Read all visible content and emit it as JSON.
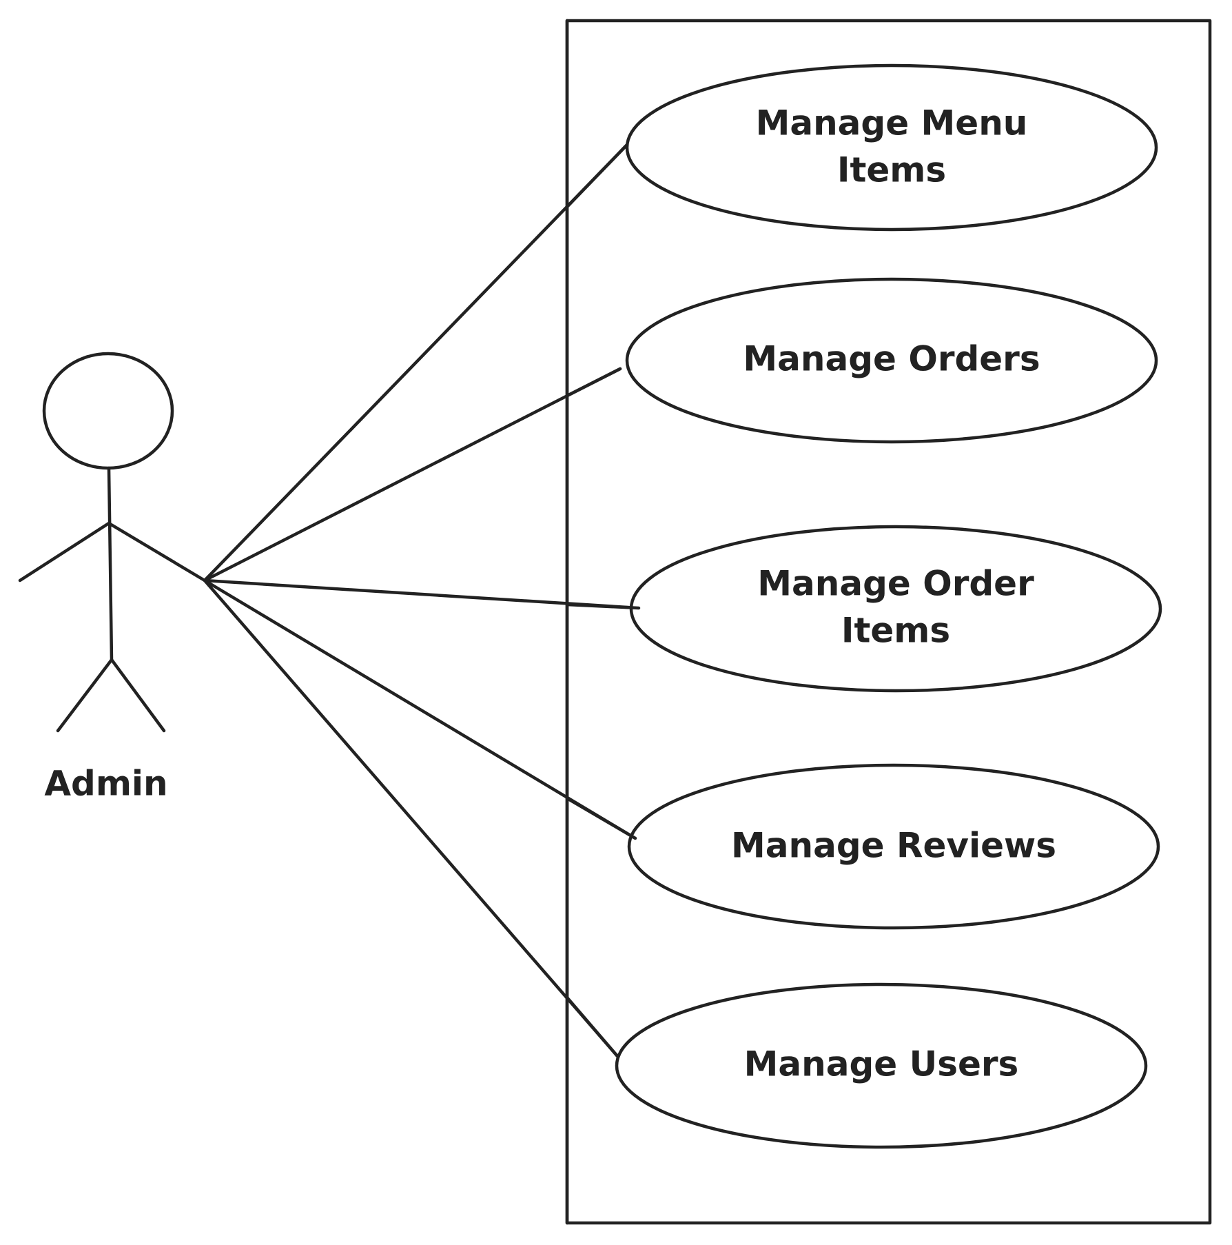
{
  "diagram": {
    "type": "use-case",
    "actor": {
      "name": "Admin"
    },
    "use_cases": [
      {
        "lines": [
          "Manage Menu",
          "Items"
        ]
      },
      {
        "lines": [
          "Manage Orders"
        ]
      },
      {
        "lines": [
          "Manage Order",
          "Items"
        ]
      },
      {
        "lines": [
          "Manage Reviews"
        ]
      },
      {
        "lines": [
          "Manage Users"
        ]
      }
    ],
    "colors": {
      "stroke": "#222222",
      "background": "#ffffff"
    }
  }
}
